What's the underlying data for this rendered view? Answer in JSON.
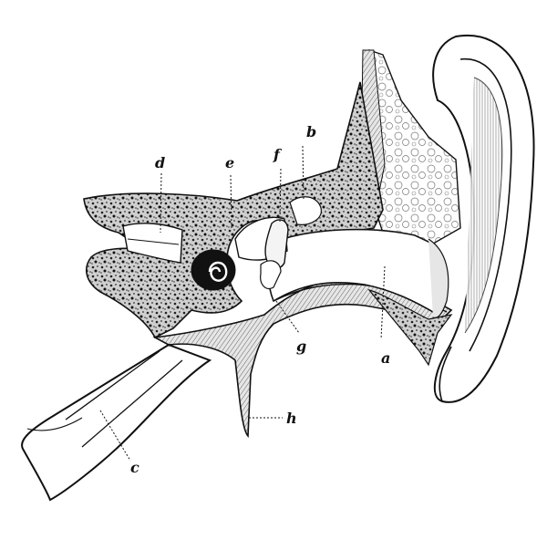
{
  "labels": {
    "a": "a",
    "b": "b",
    "c": "c",
    "d": "d",
    "e": "e",
    "f": "f",
    "g": "g",
    "h": "h"
  },
  "colors": {
    "ink": "#111111",
    "bone_fill": "#d9d9d9",
    "dark_speckle": "#333333",
    "paper": "#ffffff"
  }
}
